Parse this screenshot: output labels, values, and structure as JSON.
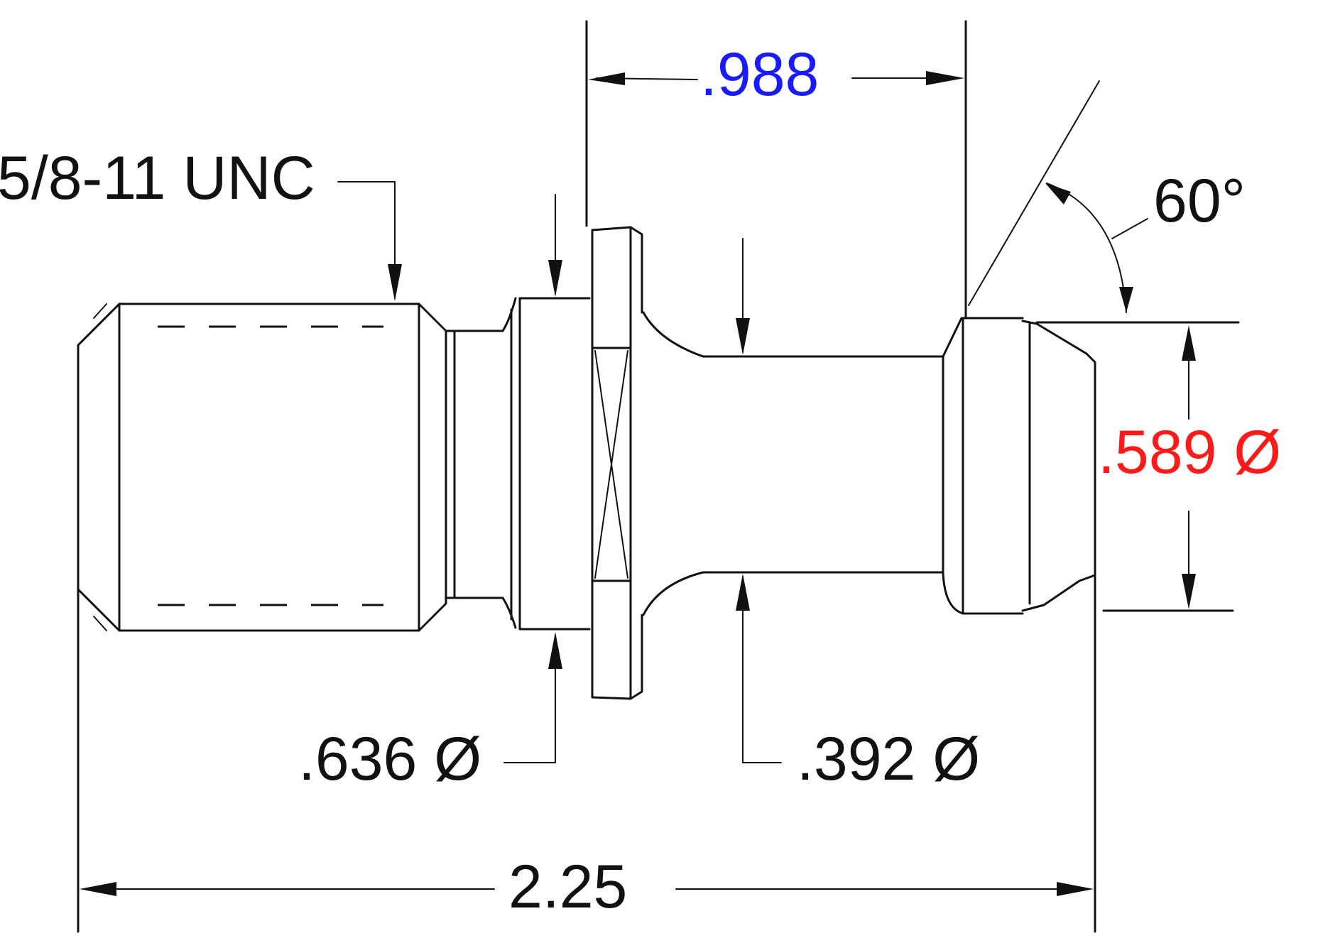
{
  "drawing": {
    "thread_spec": "5/8-11 UNC",
    "collar_diameter": ".636 Ø",
    "neck_diameter": ".392 Ø",
    "head_diameter": ".589 Ø",
    "length_to_head": ".988",
    "overall_length": "2.25",
    "angle": "60°"
  },
  "colors": {
    "line": "#111111",
    "highlight_blue": "#1a1aff",
    "highlight_red": "#ff1a1a"
  }
}
